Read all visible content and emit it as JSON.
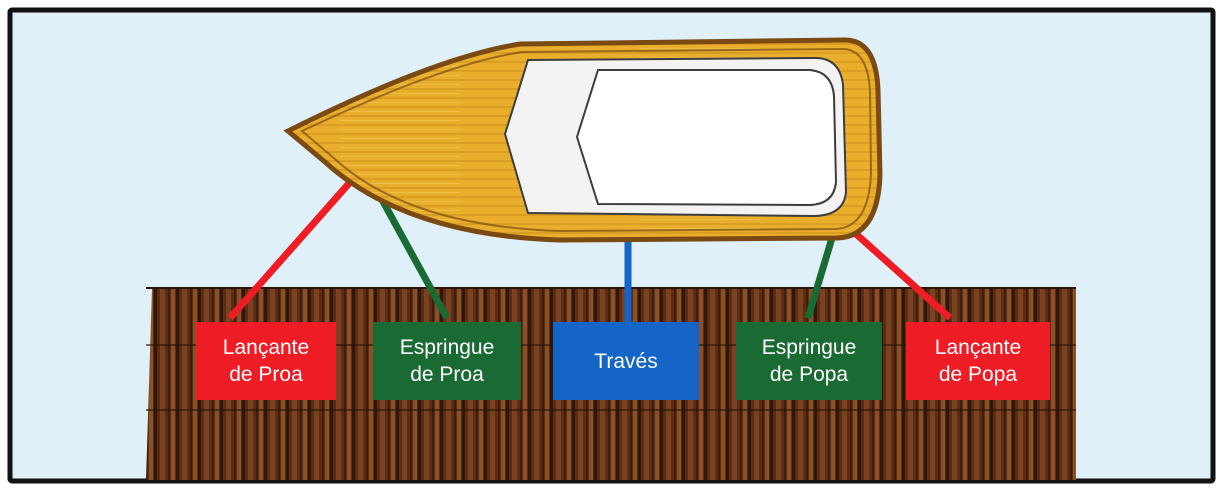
{
  "colors": {
    "water": "#dff0f8",
    "frame_border": "#111111",
    "hull_fill": "#e9ae2c",
    "hull_edge": "#7a4a12",
    "cabin_fill": "#f3f3f3",
    "cabin_inner": "#ffffff",
    "cabin_edge": "#3d3d3d",
    "dock_fill": "#5b2e14",
    "red": "#ee1c24",
    "green": "#1a6b33",
    "blue": "#1565c9"
  },
  "labels": {
    "lancante_proa": "Lançante\nde Proa",
    "espringue_proa": "Espringue\nde Proa",
    "traves": "Través",
    "espringue_popa": "Espringue\nde Popa",
    "lancante_popa": "Lançante\nde Popa"
  },
  "icons": {
    "boat": "boat-icon",
    "dock": "dock-icon"
  }
}
